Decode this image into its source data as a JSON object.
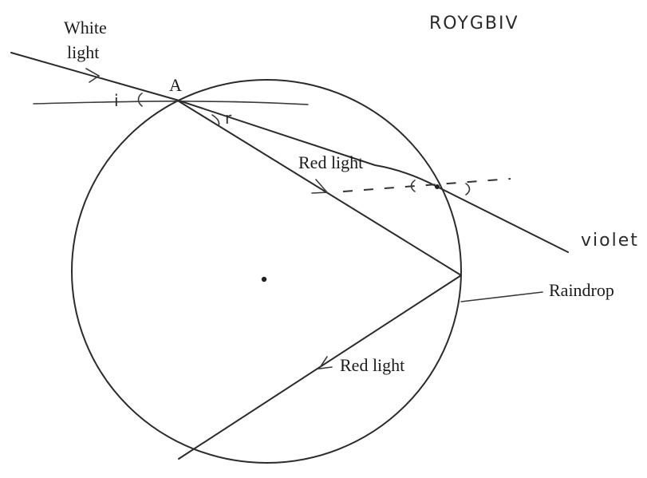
{
  "labels": {
    "white_light_line1": "White",
    "white_light_line2": "light",
    "point_a": "A",
    "red_light_upper": "Red light",
    "red_light_lower": "Red light",
    "raindrop": "Raindrop",
    "spectrum_mnemonic": "ROYGBIV",
    "violet": "violet",
    "angle_i": "i",
    "angle_r": "r"
  }
}
